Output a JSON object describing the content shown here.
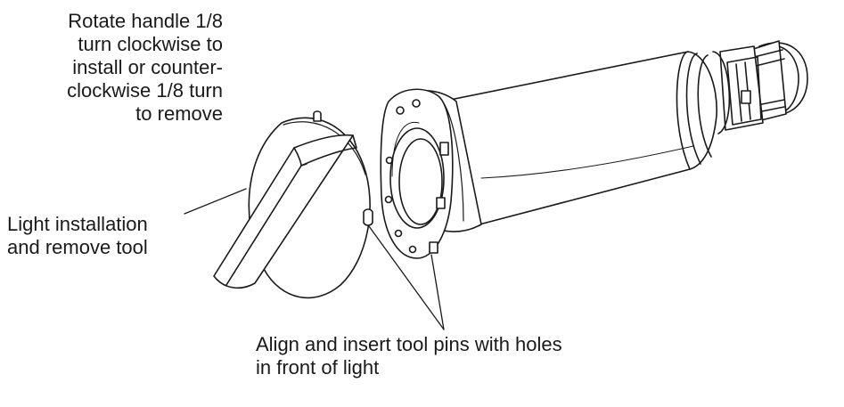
{
  "callouts": {
    "rotate_handle": "Rotate handle 1/8\nturn clockwise to\ninstall or counter-\nclockwise 1/8 turn\nto remove",
    "tool": "Light installation\nand remove tool",
    "align_pins": "Align and insert tool pins with holes\nin front of light"
  },
  "colors": {
    "line": "#1a1a1a",
    "fill": "#ffffff",
    "shade": "#f2f2f2"
  }
}
